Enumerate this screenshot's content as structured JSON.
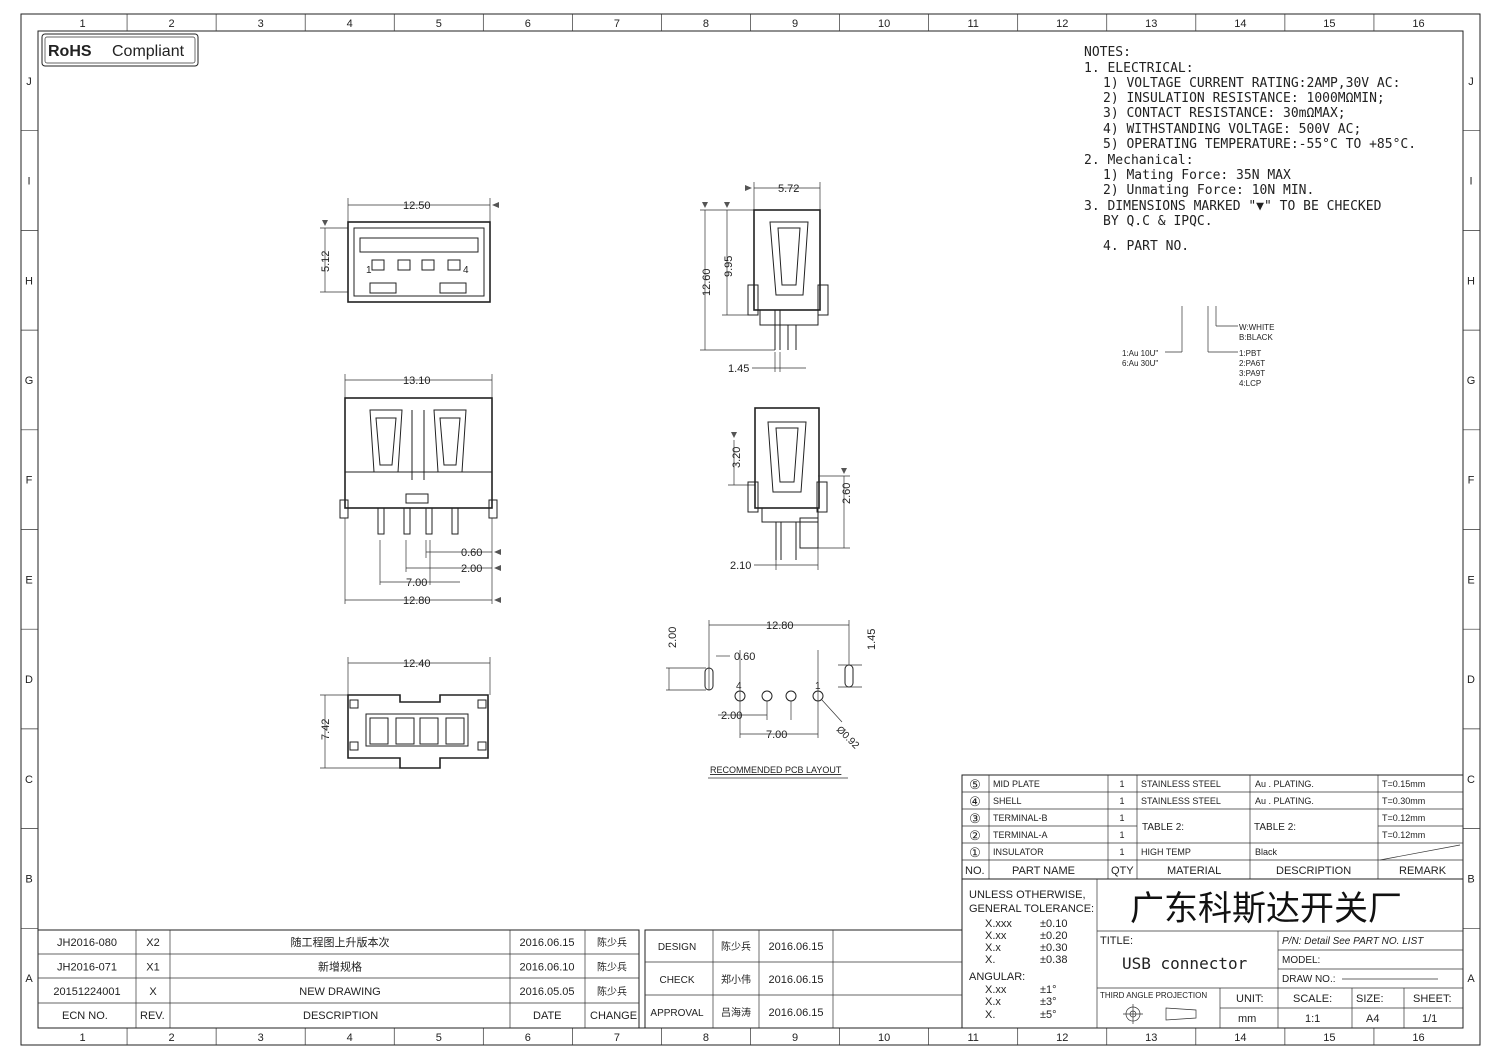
{
  "frame": {
    "col_labels": [
      "1",
      "2",
      "3",
      "4",
      "5",
      "6",
      "7",
      "8",
      "9",
      "10",
      "11",
      "12",
      "13",
      "14",
      "15",
      "16"
    ],
    "row_labels": [
      "J",
      "I",
      "H",
      "G",
      "F",
      "E",
      "D",
      "C",
      "B",
      "A"
    ]
  },
  "badge": {
    "rohs": "RoHS",
    "compliant": "Compliant"
  },
  "notes": {
    "heading": "NOTES:",
    "lines": [
      "1. ELECTRICAL:",
      "1) VOLTAGE CURRENT RATING:2AMP,30V AC:",
      "2) INSULATION RESISTANCE: 1000MΩMIN;",
      "3) CONTACT RESISTANCE: 30mΩMAX;",
      "4) WITHSTANDING VOLTAGE: 500V AC;",
      "5) OPERATING TEMPERATURE:-55°C TO +85°C.",
      "2. Mechanical:",
      "1) Mating Force: 35N   MAX",
      "2) Unmating Force: 10N   MIN.",
      "3. DIMENSIONS MARKED \"▼\" TO BE CHECKED",
      "BY Q.C & IPQC.",
      "4. PART NO."
    ]
  },
  "part_no_options": {
    "color": [
      "W:WHITE",
      "B:BLACK"
    ],
    "plating": [
      "1:Au 10U\"",
      "6:Au 30U\""
    ],
    "material": [
      "1:PBT",
      "2:PA6T",
      "3:PA9T",
      "4:LCP"
    ]
  },
  "dims": {
    "top_width": "12.50",
    "top_height": "5.12",
    "pin1": "1",
    "pin4": "4",
    "side_width": "5.72",
    "side_h1": "12.60",
    "side_h2": "9.95",
    "side_b": "1.45",
    "front_width": "13.10",
    "front_pin": "0.60",
    "front_pitch": "2.00",
    "front_span": "7.00",
    "front_base": "12.80",
    "side2_h1": "3.20",
    "side2_h2": "2.60",
    "side2_b": "2.10",
    "bottom_width": "12.40",
    "bottom_height": "7.42",
    "pcb_width": "12.80",
    "pcb_slot_h": "2.00",
    "pcb_slot_w": "0.60",
    "pcb_oval": "1.45",
    "pcb_pitch": "2.00",
    "pcb_span": "7.00",
    "pcb_hole": "Ø0.92",
    "pcb_pin4": "4",
    "pcb_pin1": "1",
    "pcb_caption": "RECOMMENDED PCB LAYOUT"
  },
  "bom": {
    "rows": [
      {
        "no": "⑤",
        "name": "MID PLATE",
        "qty": "1",
        "material": "STAINLESS STEEL",
        "desc": "Au . PLATING.",
        "remark": "T=0.15mm"
      },
      {
        "no": "④",
        "name": "SHELL",
        "qty": "1",
        "material": "STAINLESS STEEL",
        "desc": "Au . PLATING.",
        "remark": "T=0.30mm"
      },
      {
        "no": "③",
        "name": "TERMINAL-B",
        "qty": "1",
        "material": "",
        "desc": "",
        "remark": "T=0.12mm"
      },
      {
        "no": "②",
        "name": "TERMINAL-A",
        "qty": "1",
        "material": "",
        "desc": "",
        "remark": "T=0.12mm"
      },
      {
        "no": "①",
        "name": "INSULATOR",
        "qty": "1",
        "material": "HIGH TEMP",
        "desc": "Black",
        "remark": ""
      }
    ],
    "merged_material": "TABLE 2:",
    "merged_desc": "TABLE 2:",
    "header": {
      "no": "NO.",
      "name": "PART NAME",
      "qty": "QTY",
      "material": "MATERIAL",
      "desc": "DESCRIPTION",
      "remark": "REMARK"
    }
  },
  "tolerance": {
    "heading1": "UNLESS OTHERWISE,",
    "heading2": "GENERAL TOLERANCE:",
    "linear": [
      [
        "X.xxx",
        "±0.10"
      ],
      [
        "X.xx",
        "±0.20"
      ],
      [
        "X.x",
        "±0.30"
      ],
      [
        "X.",
        "±0.38"
      ]
    ],
    "angular_label": "ANGULAR:",
    "angular": [
      [
        "X.xx",
        "±1°"
      ],
      [
        "X.x",
        "±3°"
      ],
      [
        "X.",
        "±5°"
      ]
    ]
  },
  "title_block": {
    "company": "广东科斯达开关厂",
    "title_label": "TITLE:",
    "title": "USB connector",
    "pn": "P/N: Detail  See  PART  NO.  LIST",
    "model": "MODEL:",
    "drawing_no": "DRAW  NO.:",
    "projection": "THIRD  ANGLE  PROJECTION",
    "unit_label": "UNIT:",
    "unit": "mm",
    "scale_label": "SCALE:",
    "scale": "1:1",
    "size_label": "SIZE:",
    "size": "A4",
    "sheet_label": "SHEET:",
    "sheet": "1/1"
  },
  "revisions": {
    "rows": [
      {
        "ecn": "JH2016-080",
        "rev": "X2",
        "desc": "随工程图上升版本次",
        "date": "2016.06.15",
        "change": "陈少兵"
      },
      {
        "ecn": "JH2016-071",
        "rev": "X1",
        "desc": "新增规格",
        "date": "2016.06.10",
        "change": "陈少兵"
      },
      {
        "ecn": "20151224001",
        "rev": "X",
        "desc": "NEW DRAWING",
        "date": "2016.05.05",
        "change": "陈少兵"
      }
    ],
    "header": {
      "ecn": "ECN  NO.",
      "rev": "REV.",
      "desc": "DESCRIPTION",
      "date": "DATE",
      "change": "CHANGE"
    }
  },
  "approvals": [
    {
      "role": "DESIGN",
      "name": "陈少兵",
      "date": "2016.06.15"
    },
    {
      "role": "CHECK",
      "name": "郑小伟",
      "date": "2016.06.15"
    },
    {
      "role": "APPROVAL",
      "name": "吕海涛",
      "date": "2016.06.15"
    }
  ]
}
